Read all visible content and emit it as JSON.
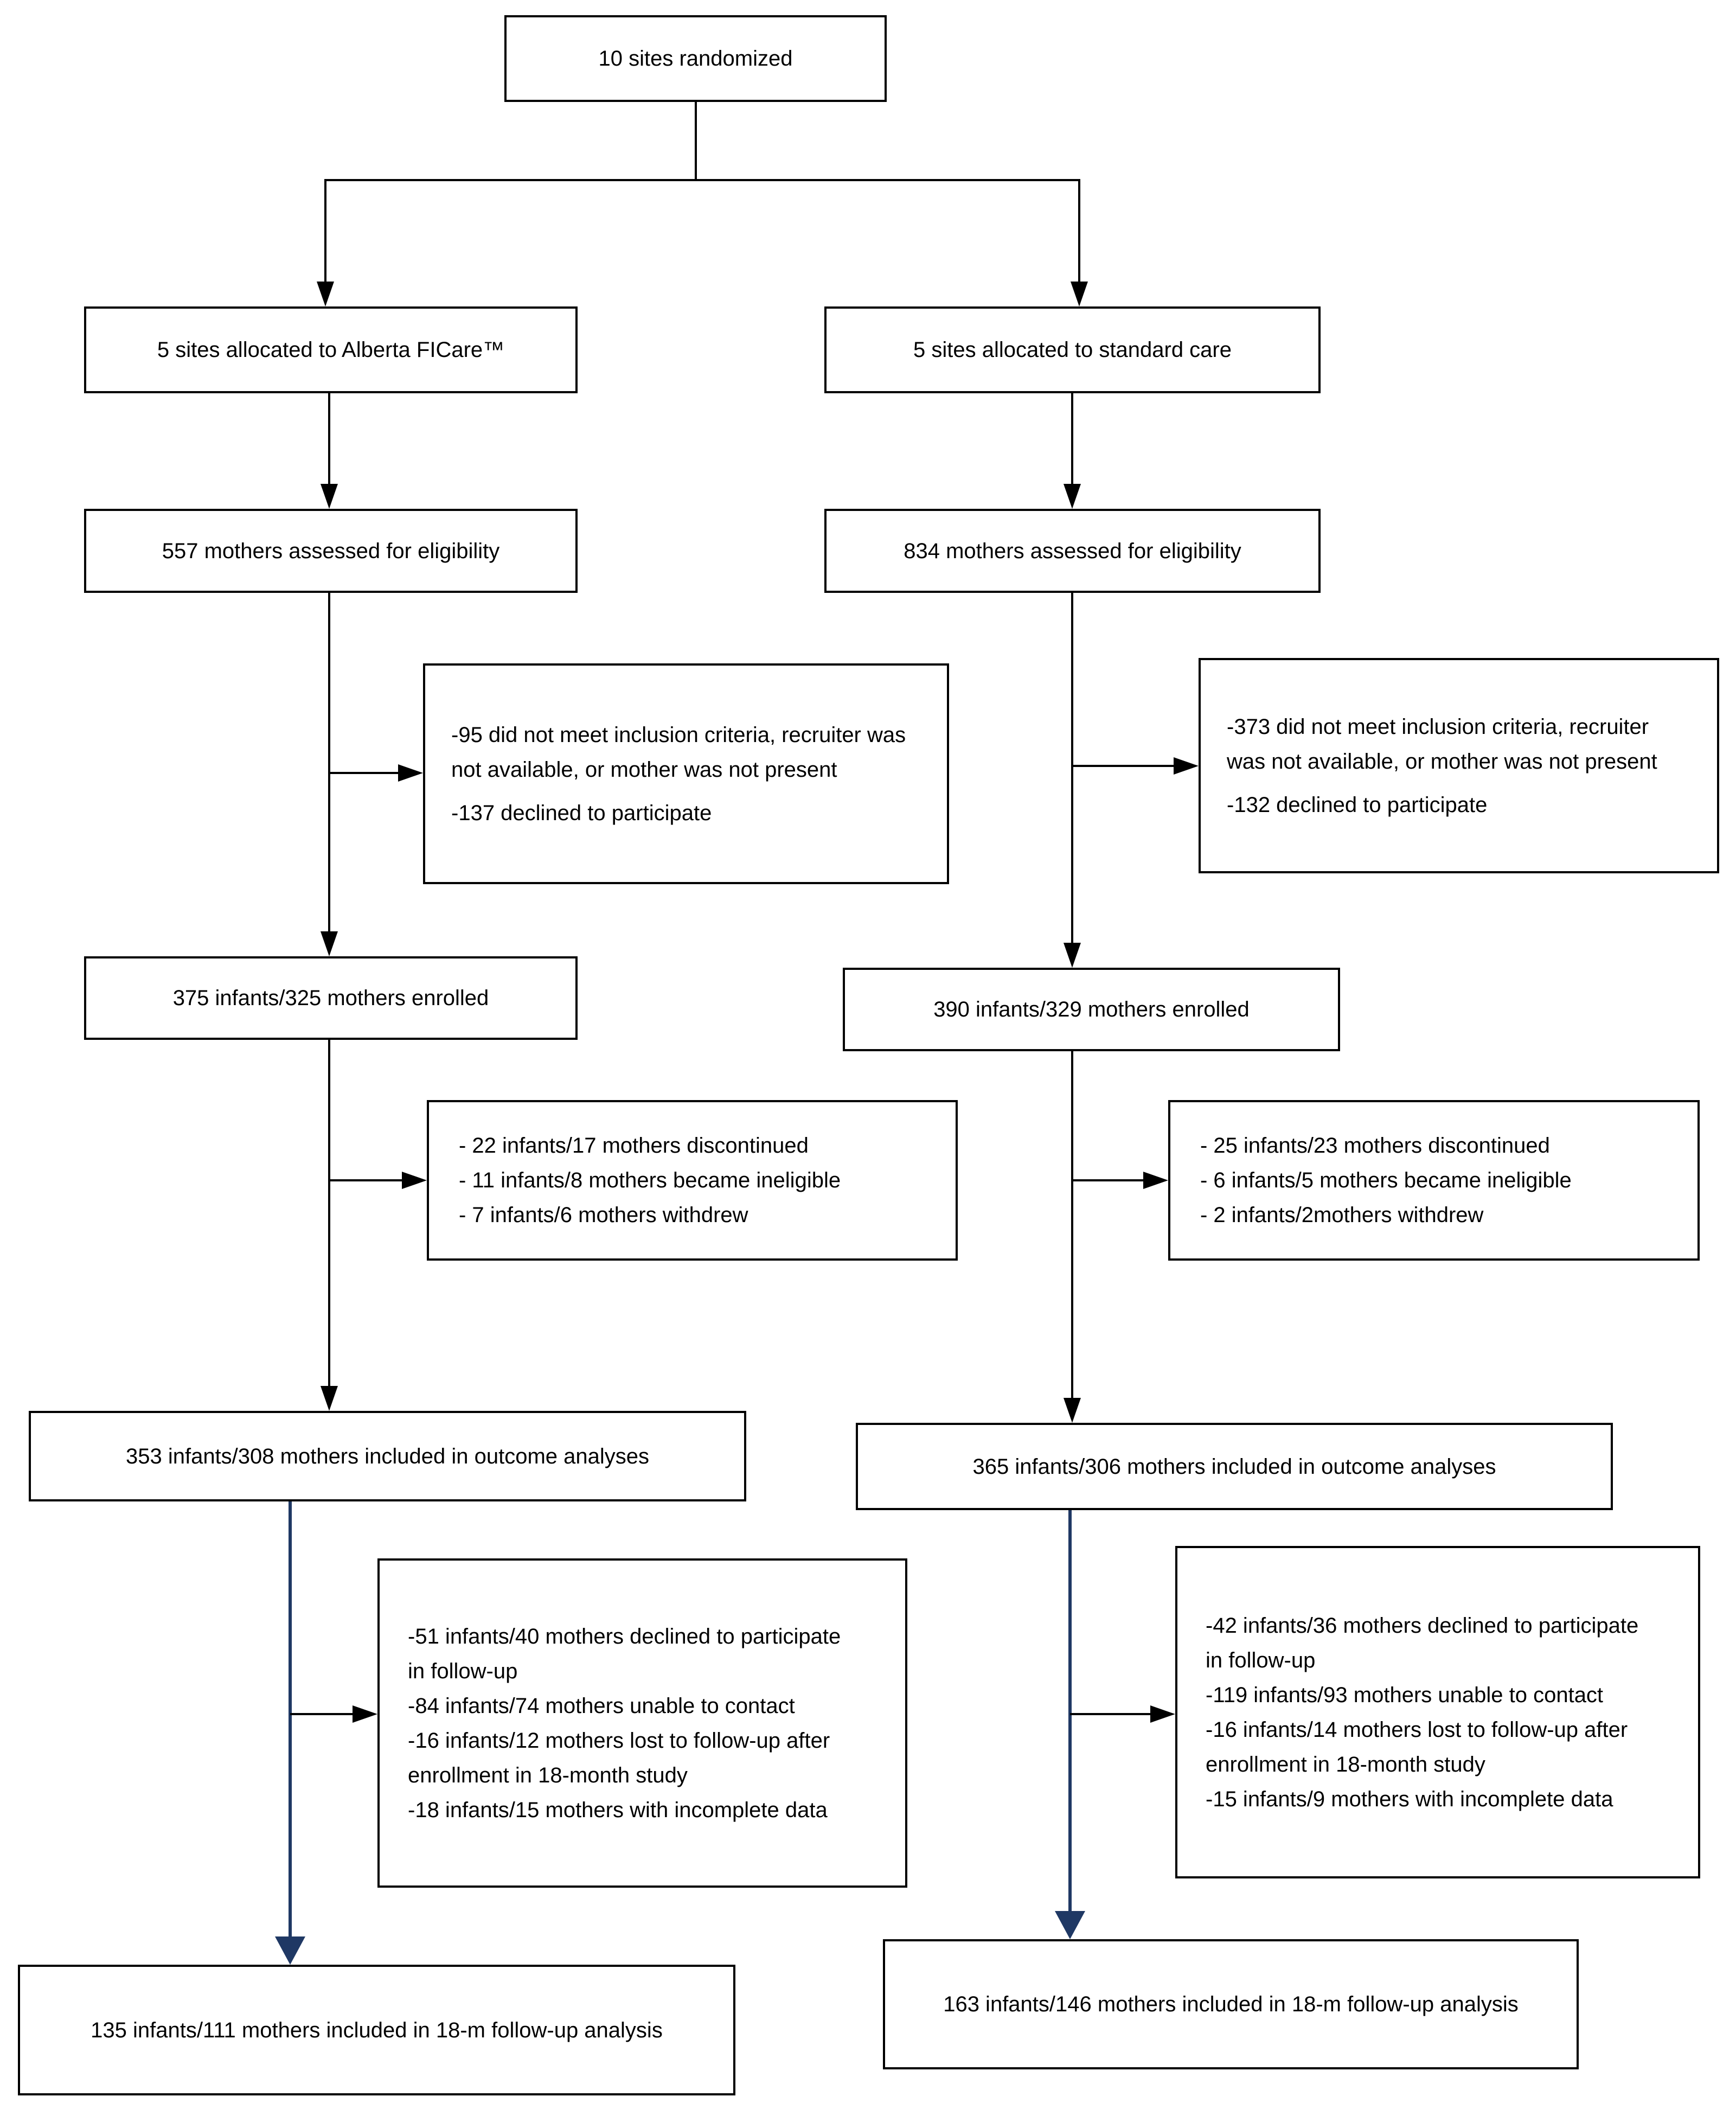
{
  "diagram": {
    "colors": {
      "background": "#ffffff",
      "line": "#000000",
      "accent_line": "#1f3864",
      "text": "#000000"
    },
    "nodes": {
      "randomized": {
        "text": "10 sites randomized"
      },
      "alloc_ficare": {
        "text": "5 sites allocated to Alberta FICare™"
      },
      "alloc_standard": {
        "text": "5 sites allocated to standard care"
      },
      "assessed_ficare": {
        "text": "557 mothers assessed for eligibility"
      },
      "assessed_standard": {
        "text": "834 mothers assessed for eligibility"
      },
      "excluded_ficare": {
        "lines": [
          "-95 did not meet inclusion criteria, recruiter was not available, or mother was not present",
          "-137 declined to participate"
        ]
      },
      "excluded_standard": {
        "lines": [
          "-373 did not meet inclusion criteria, recruiter was not available, or mother was not present",
          "-132 declined to participate"
        ]
      },
      "enrolled_ficare": {
        "text": "375 infants/325 mothers enrolled"
      },
      "enrolled_standard": {
        "text": "390 infants/329 mothers enrolled"
      },
      "discontinued_ficare": {
        "lines": [
          "- 22 infants/17 mothers discontinued",
          "- 11 infants/8 mothers became ineligible",
          "- 7 infants/6 mothers withdrew"
        ]
      },
      "discontinued_standard": {
        "lines": [
          "- 25 infants/23 mothers discontinued",
          "- 6 infants/5 mothers became ineligible",
          "- 2 infants/2mothers withdrew"
        ]
      },
      "outcome_ficare": {
        "text": "353 infants/308 mothers included in outcome analyses"
      },
      "outcome_standard": {
        "text": "365 infants/306 mothers included in outcome analyses"
      },
      "fu_excluded_ficare": {
        "lines": [
          "-51 infants/40 mothers declined to participate in follow-up",
          "-84 infants/74 mothers unable to contact",
          "-16 infants/12 mothers lost to follow-up after enrollment in 18-month study",
          "-18 infants/15 mothers with incomplete data"
        ]
      },
      "fu_excluded_standard": {
        "lines": [
          "-42 infants/36 mothers declined to participate in follow-up",
          "-119 infants/93 mothers unable to contact",
          "-16 infants/14 mothers lost to follow-up after enrollment in 18-month study",
          "-15 infants/9 mothers with incomplete data"
        ]
      },
      "followup_ficare": {
        "text": "135 infants/111 mothers included in 18-m follow-up analysis"
      },
      "followup_standard": {
        "text": "163 infants/146 mothers included in 18-m follow-up analysis"
      }
    }
  }
}
